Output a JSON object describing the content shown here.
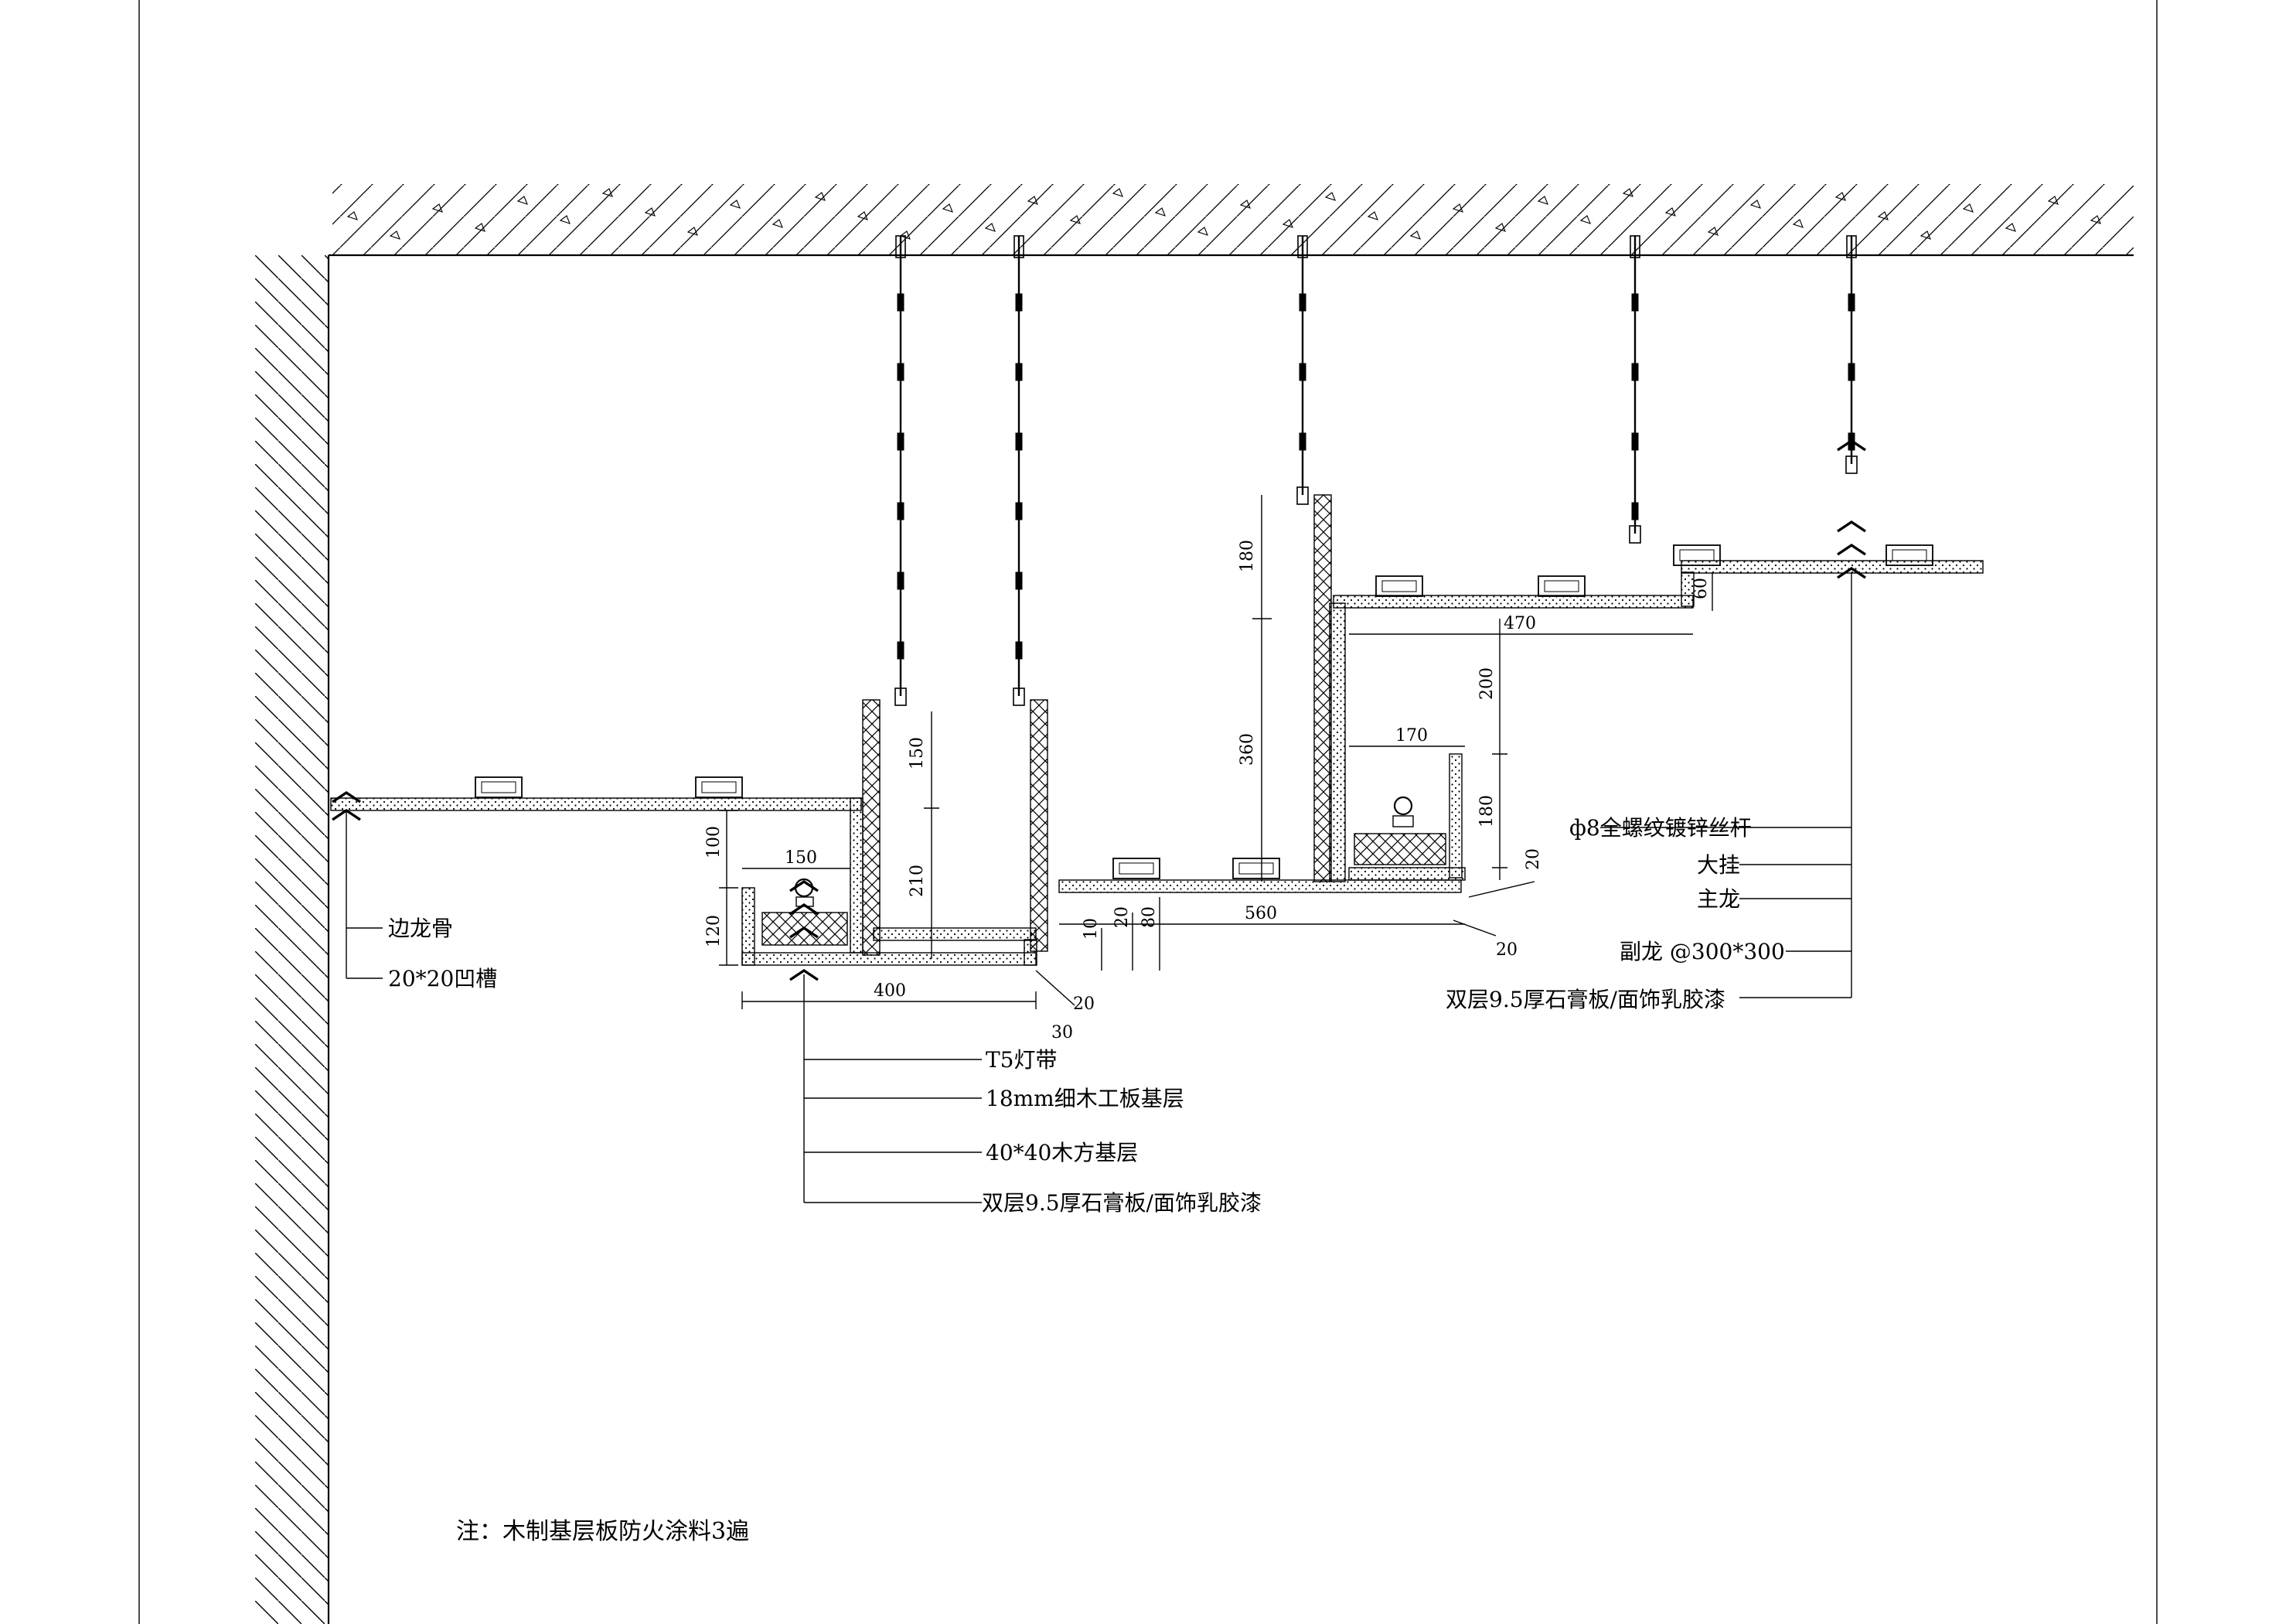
{
  "callouts_right": [
    {
      "id": "rod",
      "text": "ф8全螺纹镀锌丝杆"
    },
    {
      "id": "big-hanger",
      "text": "大挂"
    },
    {
      "id": "main-keel",
      "text": "主龙"
    },
    {
      "id": "sub-keel",
      "text": "副龙 @300*300"
    },
    {
      "id": "gypsum-right",
      "text": "双层9.5厚石膏板/面饰乳胶漆"
    }
  ],
  "callouts_left": [
    {
      "id": "edge-keel",
      "text": "边龙骨"
    },
    {
      "id": "groove",
      "text": "20*20凹槽"
    }
  ],
  "callouts_bottom": [
    {
      "id": "t5",
      "text": "T5灯带"
    },
    {
      "id": "plywood",
      "text": "18mm细木工板基层"
    },
    {
      "id": "timber",
      "text": "40*40木方基层"
    },
    {
      "id": "gypsum-bottom",
      "text": "双层9.5厚石膏板/面饰乳胶漆"
    }
  ],
  "dimensions": {
    "d180a": "180",
    "d360": "360",
    "d150a": "150",
    "d210": "210",
    "d100": "100",
    "d120": "120",
    "d150b": "150",
    "d400": "400",
    "d20a": "20",
    "d30": "30",
    "d10": "10",
    "d20b": "20",
    "d80": "80",
    "d560": "560",
    "d20c": "20",
    "d20d": "20",
    "d180b": "180",
    "d200": "200",
    "d170": "170",
    "d470": "470",
    "d60": "60"
  },
  "note": "注：木制基层板防火涂料3遍"
}
